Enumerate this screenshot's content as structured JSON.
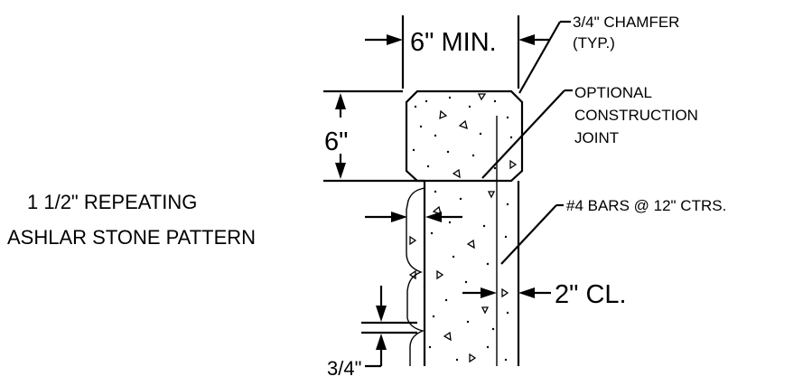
{
  "labels": {
    "min_width": "6\" MIN.",
    "chamfer_line1": "3/4\" CHAMFER",
    "chamfer_line2": "(TYP.)",
    "cap_height": "6\"",
    "joint_line1": "OPTIONAL",
    "joint_line2": "CONSTRUCTION",
    "joint_line3": "JOINT",
    "pattern_line1": "1 1/2\" REPEATING",
    "pattern_line2": "ASHLAR STONE PATTERN",
    "bars": "#4 BARS @ 12\" CTRS.",
    "clearance": "2\" CL.",
    "recess": "3/4\""
  },
  "colors": {
    "line": "#000000",
    "background": "#ffffff"
  }
}
